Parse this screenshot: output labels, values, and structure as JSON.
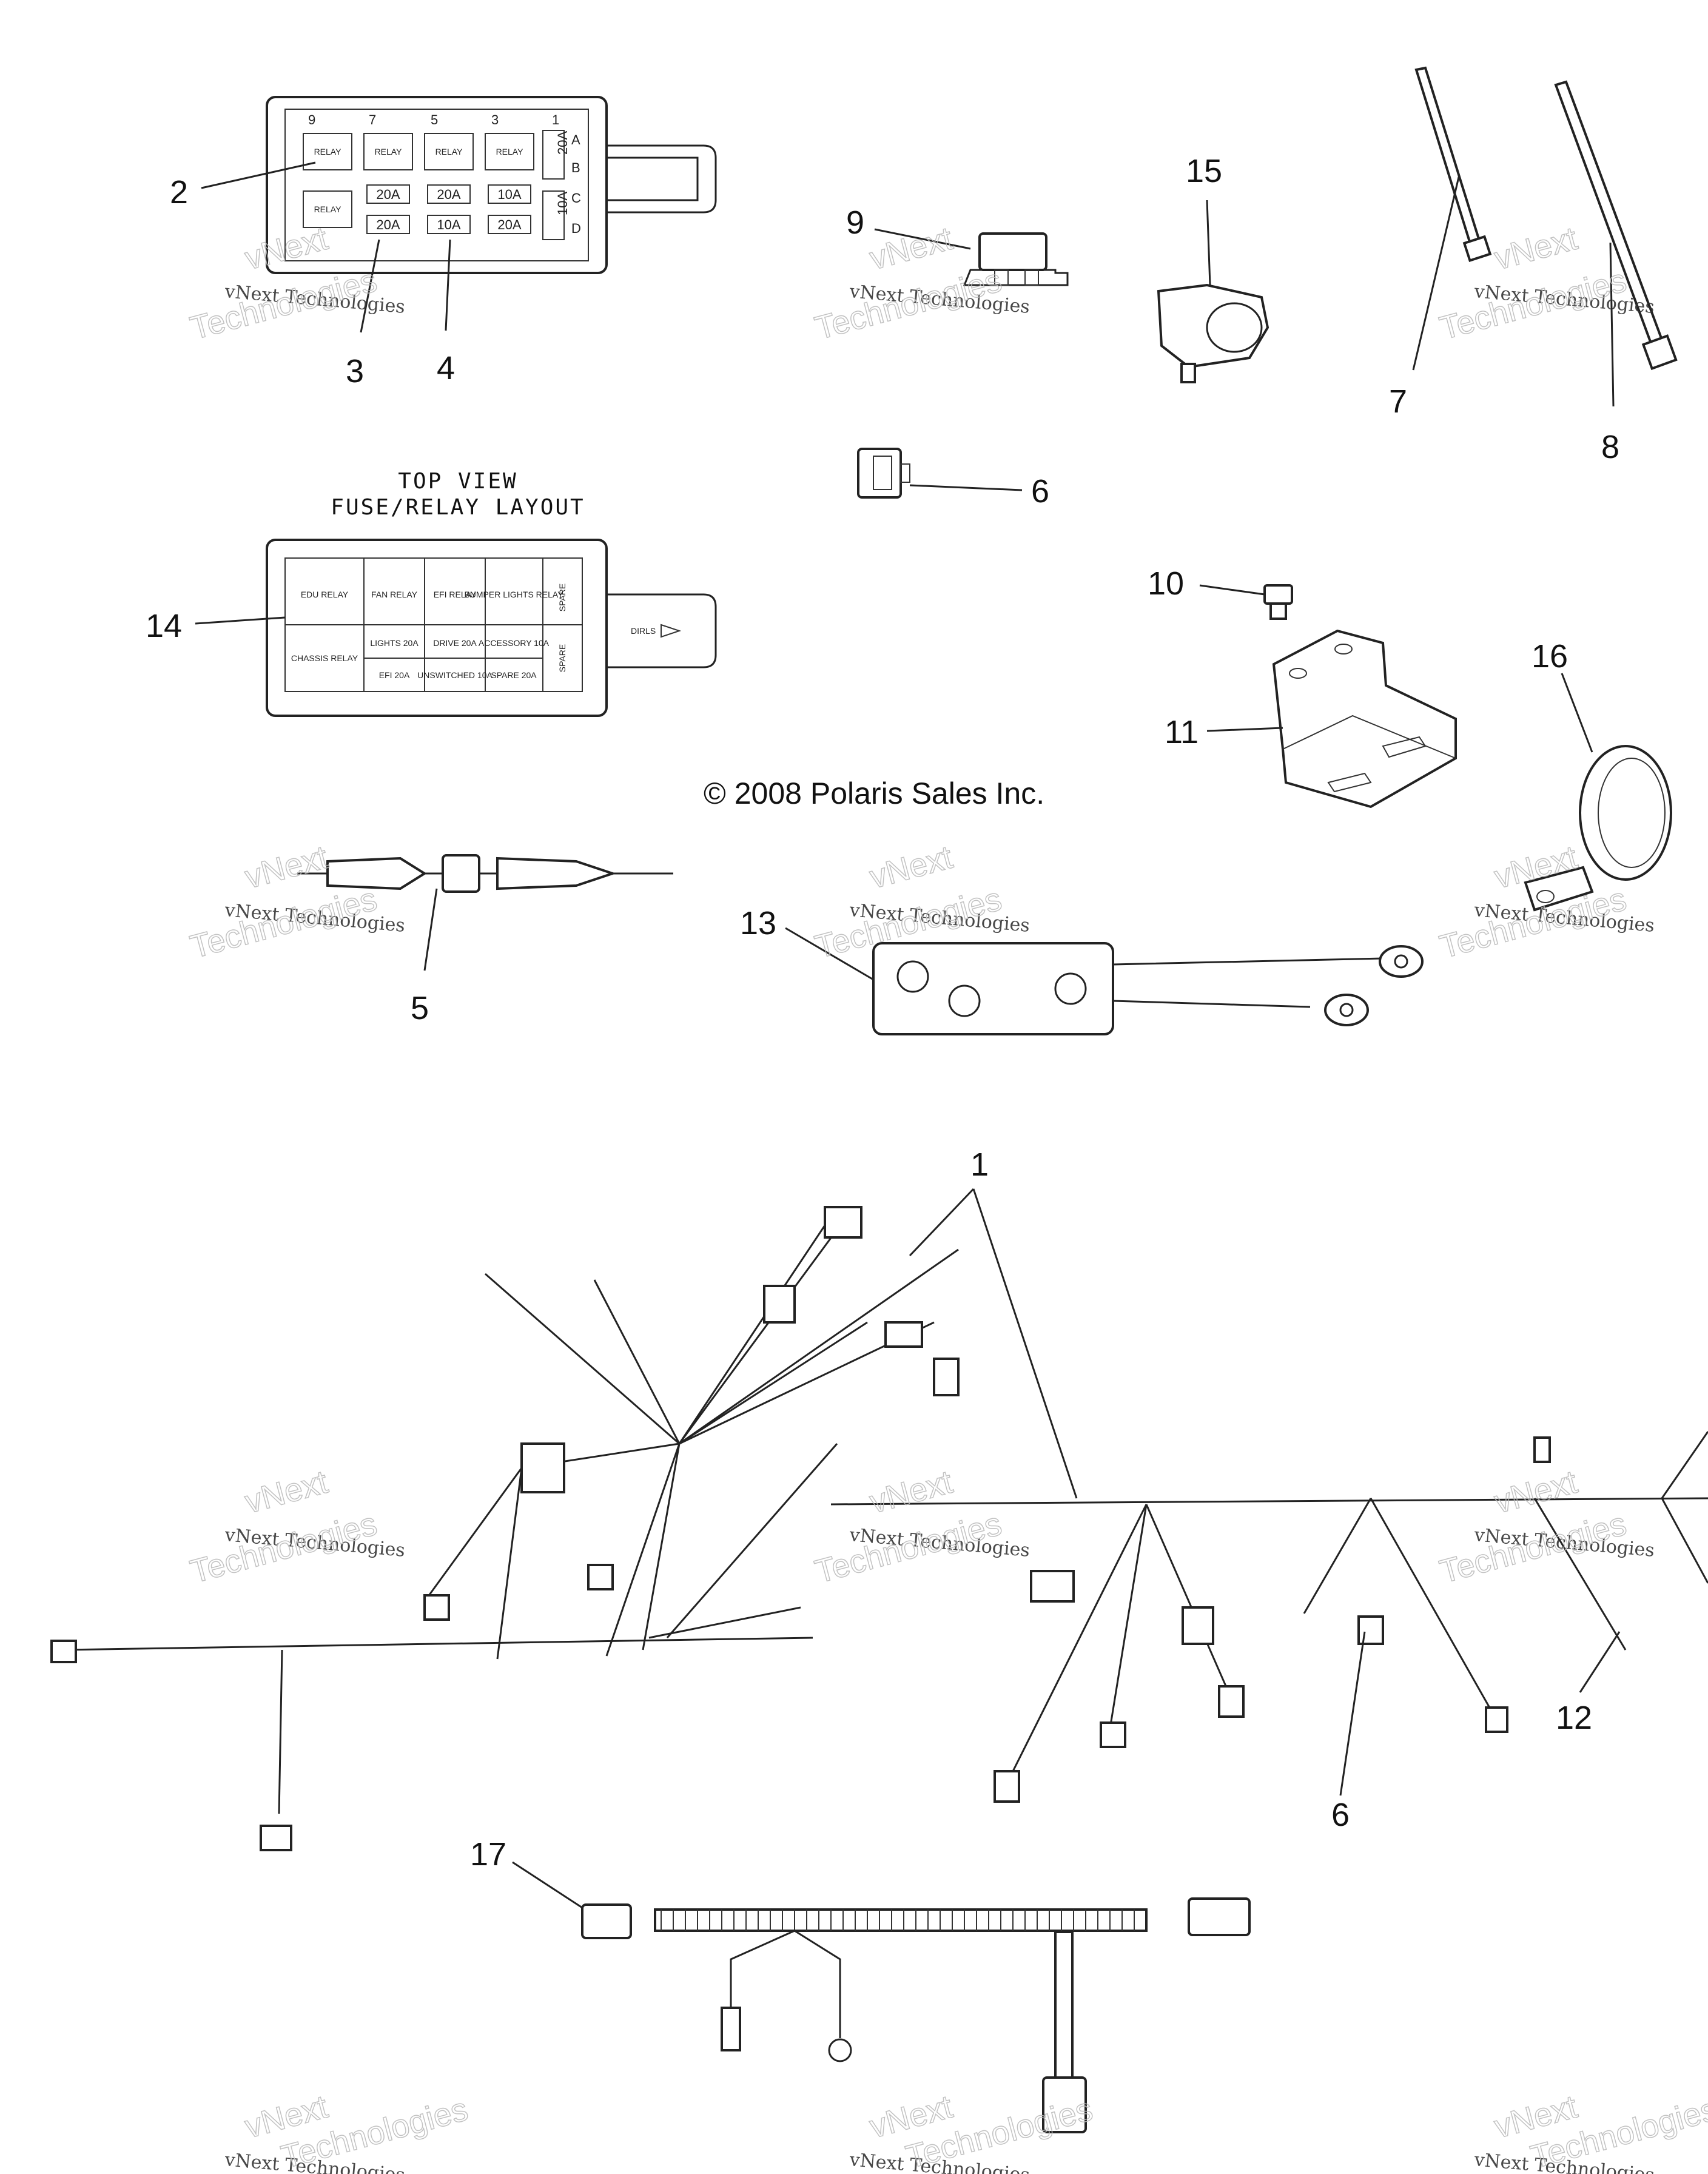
{
  "callouts": {
    "c1": "1",
    "c2": "2",
    "c3": "3",
    "c4": "4",
    "c5": "5",
    "c6a": "6",
    "c6b": "6",
    "c7": "7",
    "c8": "8",
    "c9": "9",
    "c10": "10",
    "c11": "11",
    "c12": "12",
    "c13": "13",
    "c14": "14",
    "c15": "15",
    "c16": "16",
    "c17": "17"
  },
  "copyright": "© 2008 Polaris Sales Inc.",
  "fuse_box": {
    "header": "TOP VIEW",
    "subheader": "FUSE/RELAY LAYOUT",
    "columns": [
      "9",
      "7",
      "5",
      "3",
      "1"
    ],
    "rows": [
      "A",
      "B",
      "C",
      "D"
    ],
    "relay_label": "RELAY",
    "fuse_top_row": [
      "20A",
      "20A",
      "10A"
    ],
    "fuse_bottom_row": [
      "20A",
      "10A",
      "20A"
    ],
    "side_fuses": [
      "20A",
      "10A"
    ]
  },
  "layout_cells": {
    "top_row": [
      "EDU RELAY",
      "FAN RELAY",
      "EFI RELAY",
      "BUMPER LIGHTS RELAY",
      "SPARE"
    ],
    "bottom_row_left": "CHASSIS RELAY",
    "bottom_row_upper": [
      "LIGHTS 20A",
      "DRIVE 20A",
      "ACCESSORY 10A"
    ],
    "bottom_row_lower": [
      "EFI 20A",
      "UNSWITCHED 10A",
      "SPARE 20A"
    ],
    "bottom_spare": "SPARE",
    "arrow_label": "DIRLS"
  },
  "watermark": {
    "line1": "vNext Technologies",
    "big1": "vNext",
    "big2": "Technologies"
  },
  "colors": {
    "ink": "#222222",
    "background": "#ffffff",
    "watermark": "#bbbbbb"
  }
}
